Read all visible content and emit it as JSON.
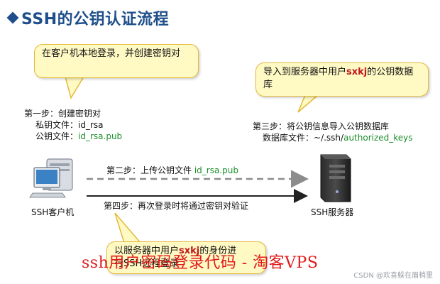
{
  "title": "SSH的公钥认证流程",
  "callouts": {
    "local_login": "在客户机本地登录，并创建密钥对",
    "import_prefix": "导入到服务器中用户",
    "import_user": "sxkj",
    "import_suffix": "的公钥数据库",
    "verify_prefix": "以服务器中用户",
    "verify_user": "sxkj",
    "verify_suffix": "的身份进",
    "verify_line2": "行SSH远程登录"
  },
  "step1": {
    "title": "第一步：创建密钥对",
    "private_label": "私钥文件：",
    "private_value": "id_rsa",
    "public_label": "公钥文件：",
    "public_value": "id_rsa.pub"
  },
  "step2": {
    "text": "第二步：上传公钥文件",
    "file": "id_rsa.pub"
  },
  "step3": {
    "title": "第三步：将公钥信息导入公钥数据库",
    "db_label": "数据库文件：",
    "db_path": "~/.ssh/",
    "db_file": "authorized_keys"
  },
  "step4": {
    "text": "第四步：再次登录时将通过密钥对验证"
  },
  "nodes": {
    "client": "SSH客户机",
    "server": "SSH服务器"
  },
  "footer": {
    "overlay_title": "ssh用户密码登录代码 - 淘客VPS",
    "watermark": "CSDN @欢喜躲在眉梢里"
  },
  "colors": {
    "title": "#1f4f8b",
    "highlight_red": "#c0161b",
    "file_green": "#1a8f2a",
    "callout_fill": "#fff9c4",
    "callout_border": "#e4b93a",
    "overlay_red": "#e01a1a"
  },
  "icons": {
    "client": "desktop-computer-icon",
    "server": "server-tower-icon"
  }
}
